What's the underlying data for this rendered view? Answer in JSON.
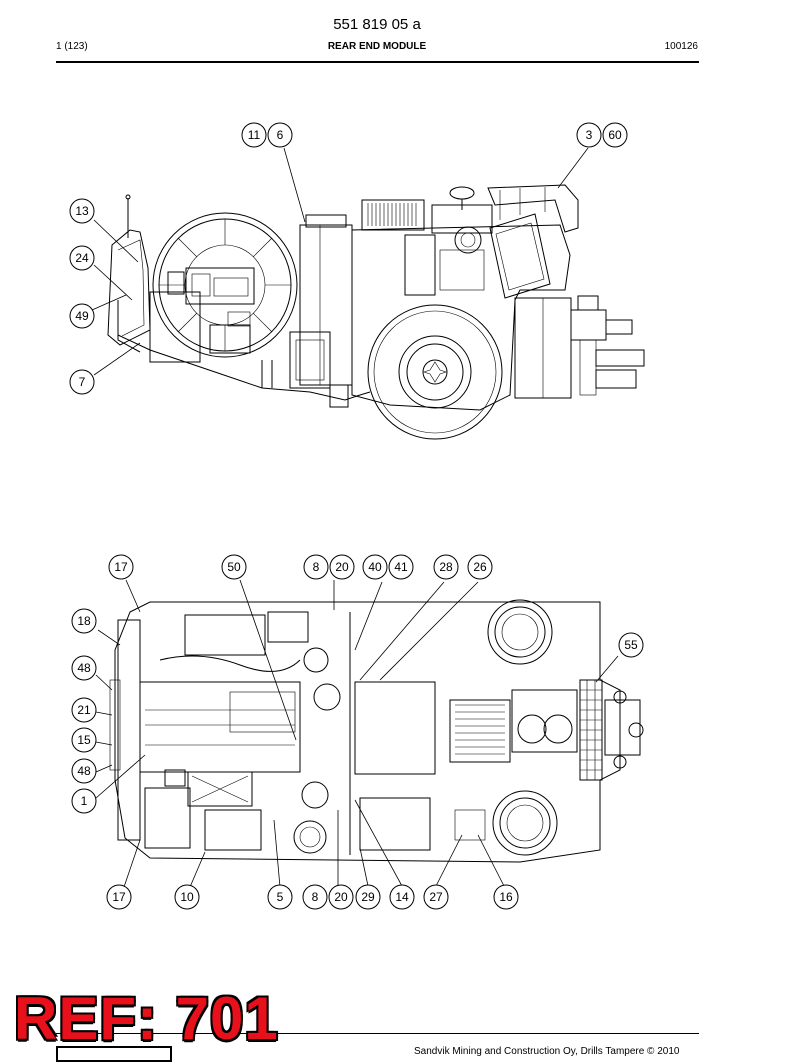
{
  "header": {
    "doc_number": "551 819 05 a",
    "page_index": "1 (123)",
    "section_title": "REAR END MODULE",
    "date_code": "100126"
  },
  "footer": {
    "copyright": "Sandvik Mining and Construction Oy, Drills Tampere © 2010"
  },
  "stamp": {
    "text": "REF: 701",
    "color": "#e8101a"
  },
  "side_view": {
    "callouts": [
      {
        "id": "c11",
        "label": "11"
      },
      {
        "id": "c6",
        "label": "6"
      },
      {
        "id": "c3",
        "label": "3"
      },
      {
        "id": "c60",
        "label": "60"
      },
      {
        "id": "c13",
        "label": "13"
      },
      {
        "id": "c24",
        "label": "24"
      },
      {
        "id": "c49",
        "label": "49"
      },
      {
        "id": "c7",
        "label": "7"
      }
    ]
  },
  "top_view": {
    "callouts": [
      {
        "id": "c17a",
        "label": "17"
      },
      {
        "id": "c50",
        "label": "50"
      },
      {
        "id": "c8a",
        "label": "8"
      },
      {
        "id": "c20a",
        "label": "20"
      },
      {
        "id": "c40",
        "label": "40"
      },
      {
        "id": "c41",
        "label": "41"
      },
      {
        "id": "c28",
        "label": "28"
      },
      {
        "id": "c26",
        "label": "26"
      },
      {
        "id": "c18",
        "label": "18"
      },
      {
        "id": "c55",
        "label": "55"
      },
      {
        "id": "c48a",
        "label": "48"
      },
      {
        "id": "c21",
        "label": "21"
      },
      {
        "id": "c15",
        "label": "15"
      },
      {
        "id": "c48b",
        "label": "48"
      },
      {
        "id": "c1",
        "label": "1"
      },
      {
        "id": "c17b",
        "label": "17"
      },
      {
        "id": "c10",
        "label": "10"
      },
      {
        "id": "c5",
        "label": "5"
      },
      {
        "id": "c8b",
        "label": "8"
      },
      {
        "id": "c20b",
        "label": "20"
      },
      {
        "id": "c29",
        "label": "29"
      },
      {
        "id": "c14",
        "label": "14"
      },
      {
        "id": "c27",
        "label": "27"
      },
      {
        "id": "c16",
        "label": "16"
      }
    ]
  }
}
